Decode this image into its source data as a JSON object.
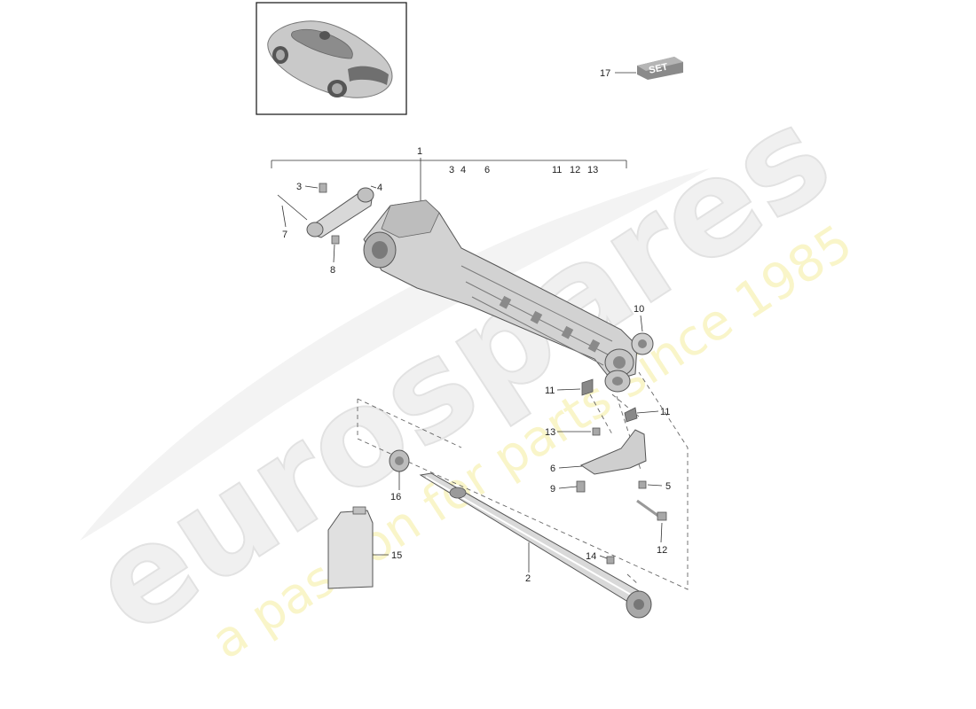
{
  "watermark": {
    "brand": "eurospares",
    "tagline": "a passion for parts since 1985"
  },
  "thumbnail": {
    "icon": "sports-coupe-car-icon"
  },
  "colors": {
    "part_fill": "#d6d6d6",
    "part_dark": "#9a9a9a",
    "watermark_brand": "#e6e6e6",
    "watermark_tagline": "#f3eda0"
  },
  "set_badge": {
    "text": "SET",
    "number": "17"
  },
  "group": {
    "number": "1",
    "members": [
      "3",
      "4",
      "6",
      "11",
      "12",
      "13"
    ]
  },
  "callouts": {
    "c2": "2",
    "c3": "3",
    "c4": "4",
    "c5": "5",
    "c6": "6",
    "c7": "7",
    "c8": "8",
    "c9": "9",
    "c10": "10",
    "c11a": "11",
    "c11b": "11",
    "c12": "12",
    "c13": "13",
    "c14": "14",
    "c15": "15",
    "c16": "16"
  }
}
